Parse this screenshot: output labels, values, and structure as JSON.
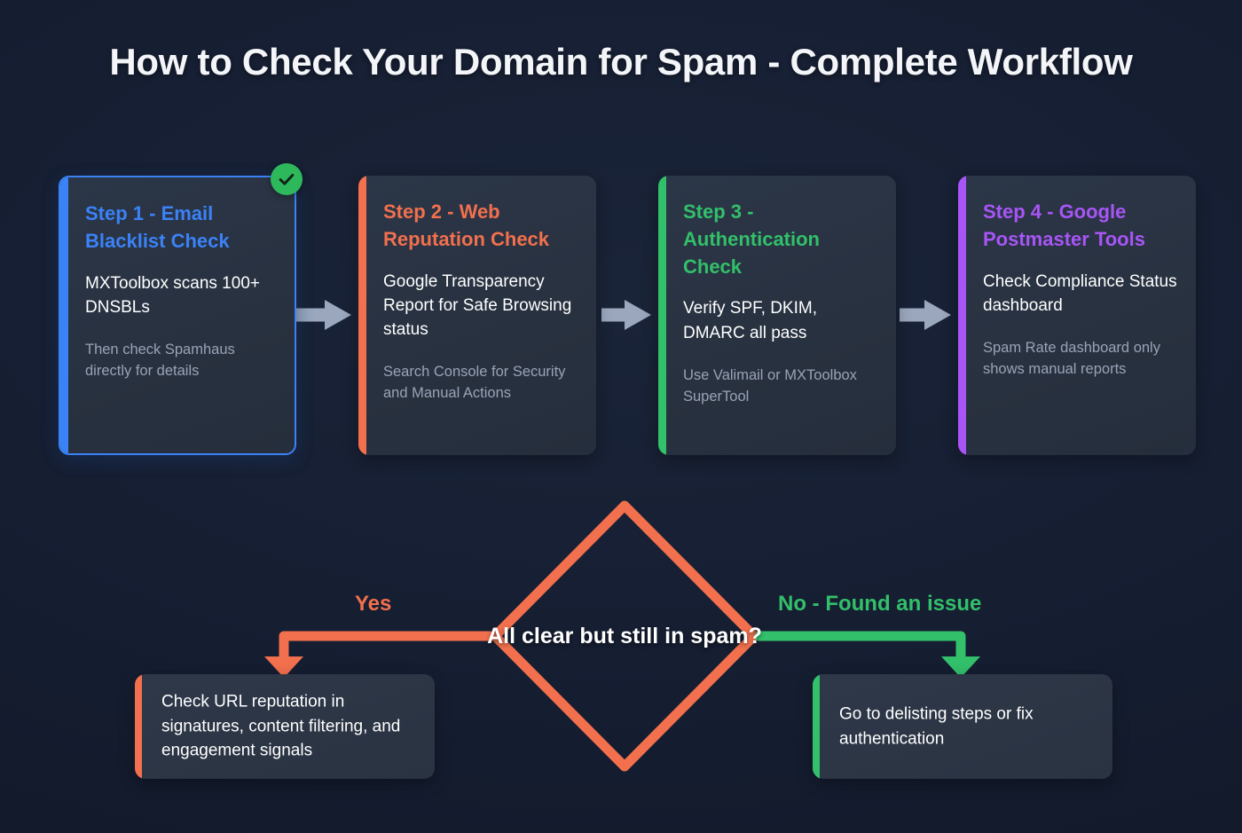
{
  "title": "How to Check Your Domain for Spam - Complete Workflow",
  "colors": {
    "background": "#111827",
    "card_bg": "#2a3341",
    "step1_accent": "#3b82f6",
    "step2_accent": "#f2704d",
    "step3_accent": "#32c06a",
    "step4_accent": "#a855f7",
    "arrow_gray": "#9aa7bd",
    "yes_branch": "#f2704d",
    "no_branch": "#32c06a",
    "check_badge": "#2eb85c",
    "body_text": "#ffffff",
    "muted_text": "#98a3b6"
  },
  "steps": [
    {
      "title": "Step 1 - Email Blacklist Check",
      "body": "MXToolbox scans 100+ DNSBLs",
      "note": "Then check Spamhaus directly for details",
      "accent": "#3b82f6",
      "outlined": true,
      "badge": "check-icon"
    },
    {
      "title": "Step 2 - Web Reputation Check",
      "body": "Google Transparency Report for Safe Browsing status",
      "note": "Search Console for Security and Manual Actions",
      "accent": "#f2704d",
      "outlined": false,
      "badge": null
    },
    {
      "title": "Step 3 - Authentication Check",
      "body": "Verify SPF, DKIM, DMARC all pass",
      "note": "Use Valimail or MXToolbox SuperTool",
      "accent": "#32c06a",
      "outlined": false,
      "badge": null
    },
    {
      "title": "Step 4 - Google Postmaster Tools",
      "body": "Check Compliance Status dashboard",
      "note": "Spam Rate dashboard only shows manual reports",
      "accent": "#a855f7",
      "outlined": false,
      "badge": null
    }
  ],
  "decision": {
    "label": "All clear but still in spam?",
    "shape": "diamond",
    "stroke": "#f2704d"
  },
  "branches": [
    {
      "label": "Yes",
      "color": "#f2704d",
      "direction": "left"
    },
    {
      "label": "No - Found an issue",
      "color": "#32c06a",
      "direction": "right"
    }
  ],
  "results": [
    {
      "text": "Check URL reputation in signatures, content filtering, and engagement signals",
      "accent": "#f2704d"
    },
    {
      "text": "Go to delisting steps or fix authentication",
      "accent": "#32c06a"
    }
  ]
}
